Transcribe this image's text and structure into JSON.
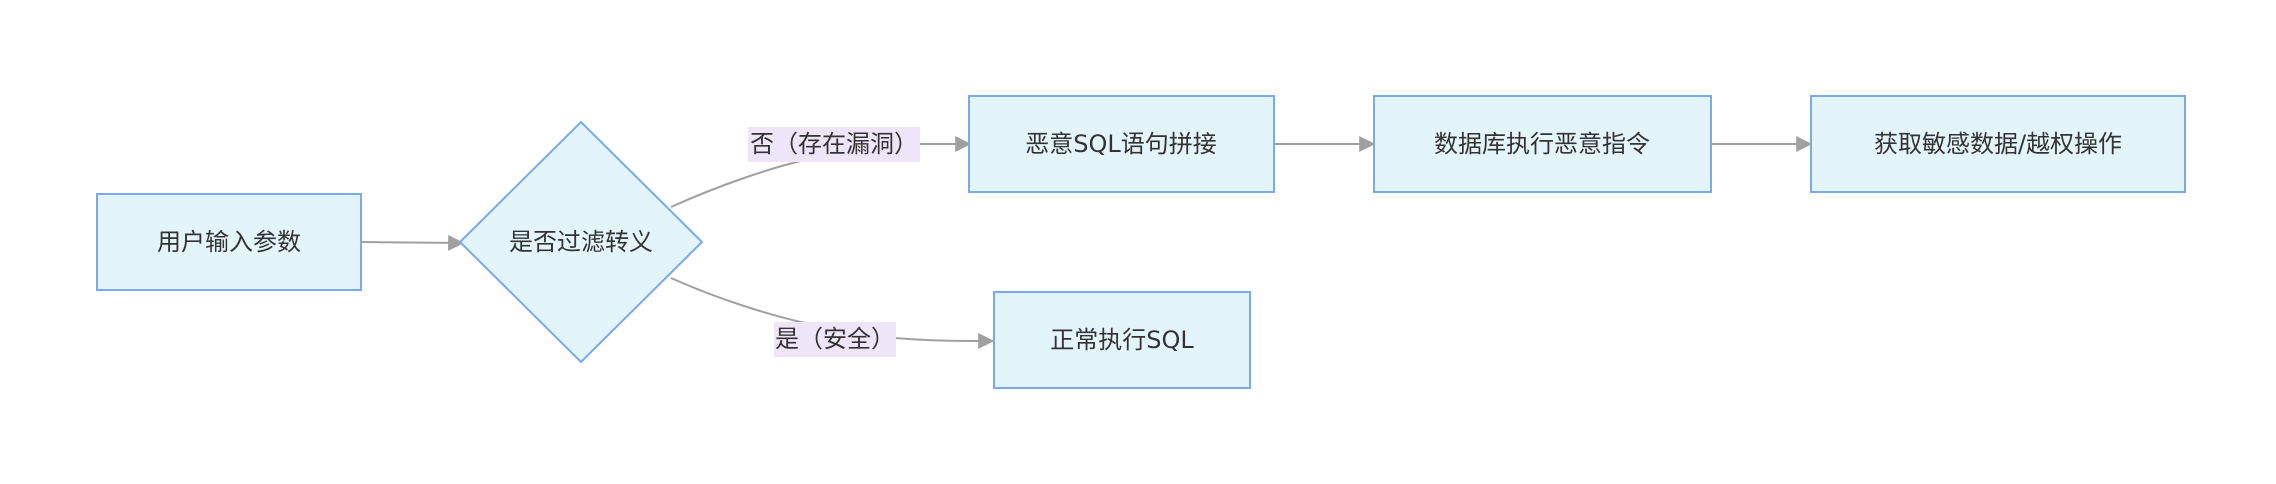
{
  "diagram": {
    "nodes": {
      "user_input": "用户输入参数",
      "filter_check": "是否过滤转义",
      "malicious_sql": "恶意SQL语句拼接",
      "db_execute": "数据库执行恶意指令",
      "data_breach": "获取敏感数据/越权操作",
      "normal_sql": "正常执行SQL"
    },
    "edges": {
      "no_label": "否（存在漏洞）",
      "yes_label": "是（安全）"
    },
    "colors": {
      "node_fill": "#e3f4fb",
      "node_stroke": "#7aa9f0",
      "edge_stroke": "#a0a0a0",
      "label_bg": "#efe5f8",
      "text": "#333333"
    }
  }
}
